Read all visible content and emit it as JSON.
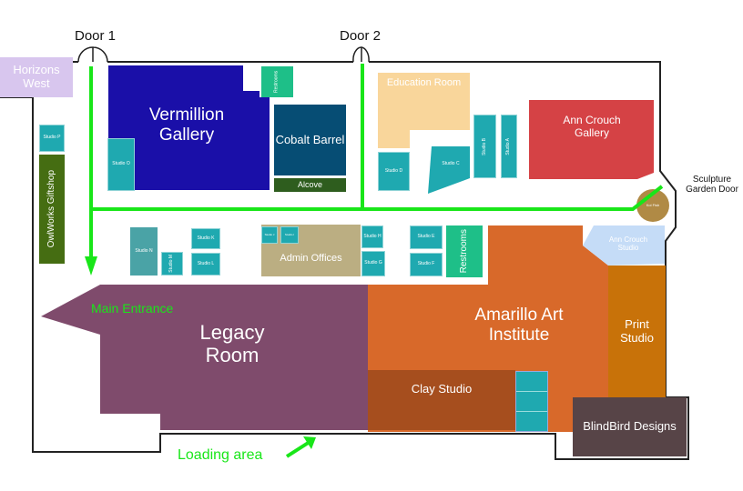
{
  "doors": {
    "door1": "Door 1",
    "door2": "Door 2",
    "sculpture": "Sculpture Garden Door"
  },
  "annotations": {
    "main_entrance": "Main Entrance",
    "loading_area": "Loading area"
  },
  "rooms": {
    "horizons_west": "Horizons West",
    "vermillion": "Vermillion Gallery",
    "studio_o": "Studio O",
    "restrooms_top": "Restrooms",
    "cobalt": "Cobalt Barrel",
    "alcove": "Alcove",
    "education": "Education Room",
    "studio_d": "Studio D",
    "studio_c": "Studio C",
    "studio_b": "Studio B",
    "studio_a": "Studio A",
    "ann_gallery": "Ann Crouch Gallery",
    "koi": "Koi Fish",
    "studio_p": "Studio P",
    "owlworks": "OwlWorks Giftshop",
    "studio_n": "Studio N",
    "studio_m": "Studio M",
    "studio_k": "Studio K",
    "studio_l": "Studio L",
    "studio_j": "Studio J",
    "studio_i": "Studio I",
    "admin": "Admin Offices",
    "studio_h": "Studio H",
    "studio_g": "Studio G",
    "studio_e": "Studio E",
    "studio_f": "Studio F",
    "restrooms_mid": "Restrooms",
    "ann_studio": "Ann Crouch Studio",
    "amarillo": "Amarillo Art Institute",
    "print": "Print Studio",
    "clay": "Clay Studio",
    "blindbird": "BlindBird Designs",
    "legacy": "Legacy Room"
  },
  "colors": {
    "path": "#19e619",
    "teal": "#1fa9b0"
  }
}
